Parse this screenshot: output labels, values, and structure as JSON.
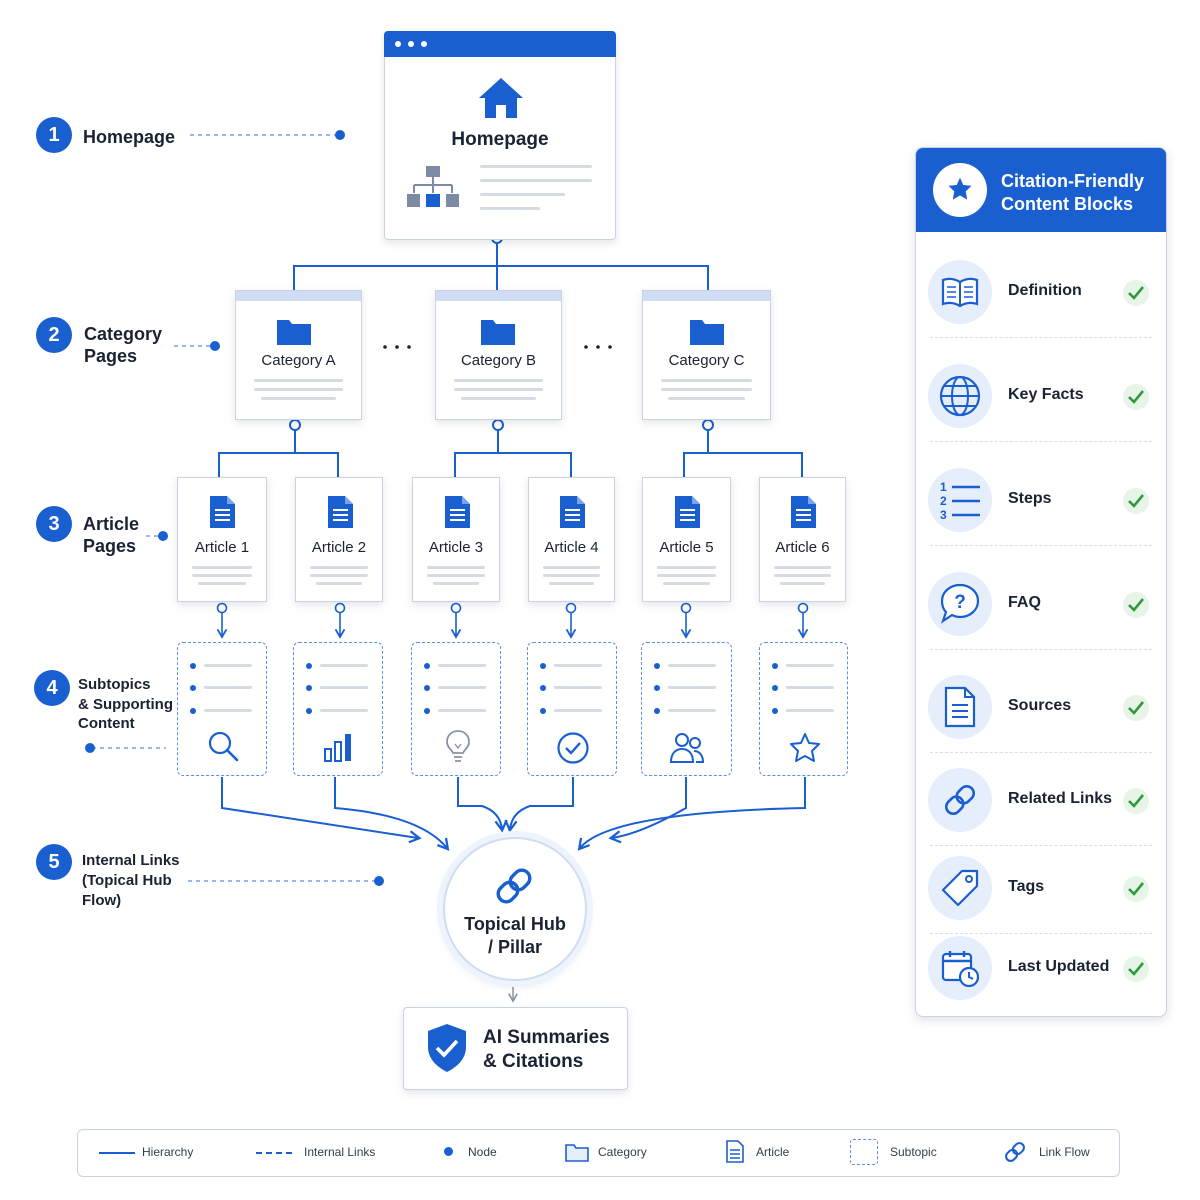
{
  "steps": [
    {
      "num": "1",
      "label": "Homepage"
    },
    {
      "num": "2",
      "label_l1": "Category",
      "label_l2": "Pages"
    },
    {
      "num": "3",
      "label_l1": "Article",
      "label_l2": "Pages"
    },
    {
      "num": "4",
      "label_l1": "Subtopics",
      "label_l2": "& Supporting",
      "label_l3": "Content"
    },
    {
      "num": "5",
      "label_l1": "Internal Links",
      "label_l2": "(Topical Hub",
      "label_l3": "Flow)"
    }
  ],
  "homepage": {
    "title": "Homepage"
  },
  "categories": [
    "Category A",
    "Category B",
    "Category C"
  ],
  "articles": [
    "Article 1",
    "Article 2",
    "Article 3",
    "Article 4",
    "Article 5",
    "Article 6"
  ],
  "subtopic_icons": [
    "search-icon",
    "bar-chart-icon",
    "lightbulb-icon",
    "check-circle-icon",
    "users-icon",
    "star-icon"
  ],
  "hub": {
    "l1": "Topical Hub",
    "l2": "/ Pillar"
  },
  "ai": {
    "l1": "AI Summaries",
    "l2": "& Citations"
  },
  "panel": {
    "title_l1": "Citation-Friendly",
    "title_l2": "Content Blocks",
    "items": [
      {
        "label": "Definition",
        "icon": "book-icon"
      },
      {
        "label": "Key Facts",
        "icon": "globe-icon"
      },
      {
        "label": "Steps",
        "icon": "numbered-list-icon"
      },
      {
        "label": "FAQ",
        "icon": "question-icon"
      },
      {
        "label": "Sources",
        "icon": "document-icon"
      },
      {
        "label": "Related Links",
        "icon": "link-icon"
      },
      {
        "label": "Tags",
        "icon": "tag-icon"
      },
      {
        "label": "Last Updated",
        "icon": "calendar-clock-icon"
      }
    ]
  },
  "legend": [
    "Hierarchy",
    "Internal Links",
    "Node",
    "Category",
    "Article",
    "Subtopic",
    "Link Flow"
  ],
  "colors": {
    "primary": "#1a5fd0",
    "light": "#cfdcf3",
    "check": "#2e9b3a"
  }
}
